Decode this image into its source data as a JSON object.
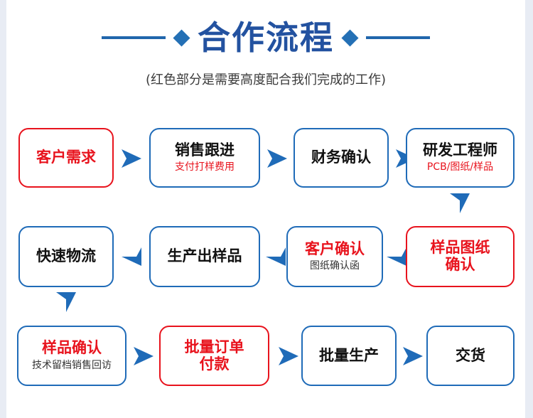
{
  "header": {
    "title": "合作流程",
    "subtitle": "(红色部分是需要高度配合我们完成的工作)",
    "left_deco_icon": "diamond-icon",
    "right_deco_icon": "diamond-icon"
  },
  "theme": {
    "blue": "#1f6bb8",
    "title_blue": "#2352a0",
    "red": "#e8131d",
    "page_bg": "#ffffff",
    "canvas_bg": "#e8ecf4"
  },
  "flow": {
    "rows": [
      {
        "direction": "right",
        "nodes": [
          {
            "title": "客户需求",
            "title_color": "red",
            "sub": "",
            "sub_color": "red",
            "border": "red"
          },
          {
            "title": "销售跟进",
            "title_color": "black",
            "sub": "支付打样费用",
            "sub_color": "red",
            "border": "blue"
          },
          {
            "title": "财务确认",
            "title_color": "black",
            "sub": "",
            "sub_color": "red",
            "border": "blue"
          },
          {
            "title": "研发工程师",
            "title_color": "black",
            "sub": "PCB/图纸/样品",
            "sub_color": "red",
            "border": "blue"
          }
        ]
      },
      {
        "direction": "left",
        "nodes": [
          {
            "title": "快速物流",
            "title_color": "black",
            "sub": "",
            "sub_color": "red",
            "border": "blue"
          },
          {
            "title": "生产出样品",
            "title_color": "black",
            "sub": "",
            "sub_color": "red",
            "border": "blue"
          },
          {
            "title": "客户确认",
            "title_color": "red",
            "sub": "图纸确认函",
            "sub_color": "black",
            "border": "blue"
          },
          {
            "title": "样品图纸",
            "title2": "确认",
            "title_color": "red",
            "sub": "",
            "sub_color": "red",
            "border": "red"
          }
        ]
      },
      {
        "direction": "right",
        "nodes": [
          {
            "title": "样品确认",
            "title_color": "red",
            "sub": "技术留档销售回访",
            "sub_color": "black",
            "border": "blue"
          },
          {
            "title": "批量订单",
            "title2": "付款",
            "title_color": "red",
            "sub": "",
            "sub_color": "red",
            "border": "red"
          },
          {
            "title": "批量生产",
            "title_color": "black",
            "sub": "",
            "sub_color": "red",
            "border": "blue"
          },
          {
            "title": "交货",
            "title_color": "black",
            "sub": "",
            "sub_color": "red",
            "border": "blue"
          }
        ]
      }
    ],
    "connectors": {
      "row1_to_row2_icon": "arrow-down-icon",
      "row2_to_row3_icon": "arrow-down-icon",
      "row1_icon": "arrow-right-icon",
      "row2_icon": "arrow-left-icon",
      "row3_icon": "arrow-right-icon"
    }
  }
}
